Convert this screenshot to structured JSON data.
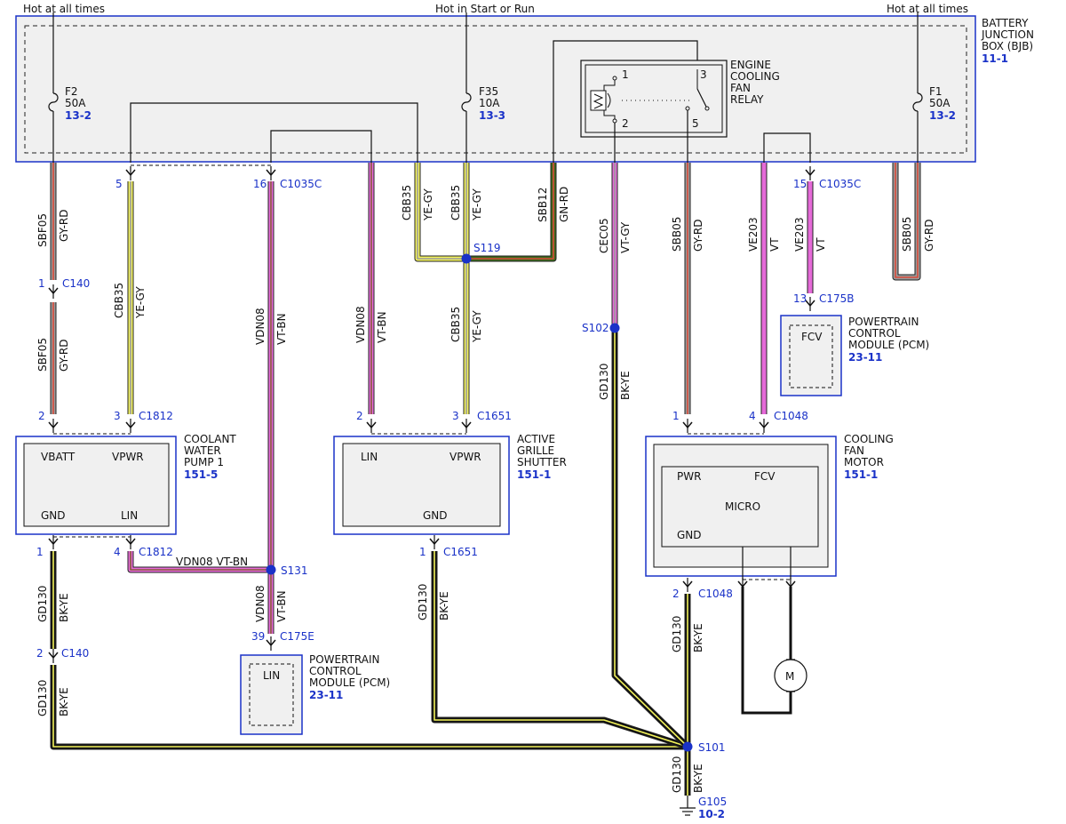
{
  "feed_labels": {
    "left": "Hot at all times",
    "center": "Hot in Start or Run",
    "right": "Hot at all times"
  },
  "bjb": {
    "name_lines": [
      "BATTERY",
      "JUNCTION",
      "BOX (BJB)"
    ],
    "ref": "11-1"
  },
  "fuses": {
    "f2": {
      "name": "F2",
      "rating": "50A",
      "ref": "13-2"
    },
    "f35": {
      "name": "F35",
      "rating": "10A",
      "ref": "13-3"
    },
    "f1": {
      "name": "F1",
      "rating": "50A",
      "ref": "13-2"
    }
  },
  "relay": {
    "name_lines": [
      "ENGINE",
      "COOLING",
      "FAN",
      "RELAY"
    ],
    "pins": [
      "1",
      "2",
      "3",
      "5"
    ]
  },
  "connectors": {
    "c1035c_a": {
      "pin": "5"
    },
    "c1035c_b": {
      "pin": "16",
      "id": "C1035C"
    },
    "c1035c_c": {
      "pin": "15",
      "id": "C1035C"
    },
    "c140_a": {
      "pin": "1",
      "id": "C140"
    },
    "c140_b": {
      "pin": "2",
      "id": "C140"
    },
    "c1812_a": {
      "pin": "2"
    },
    "c1812_b": {
      "pin": "3",
      "id": "C1812"
    },
    "c1812_c": {
      "pin": "1"
    },
    "c1812_d": {
      "pin": "4",
      "id": "C1812"
    },
    "c1651_a": {
      "pin": "2"
    },
    "c1651_b": {
      "pin": "3",
      "id": "C1651"
    },
    "c1651_c": {
      "pin": "1",
      "id": "C1651"
    },
    "c1048_a": {
      "pin": "1"
    },
    "c1048_b": {
      "pin": "4",
      "id": "C1048"
    },
    "c1048_c": {
      "pin": "2",
      "id": "C1048"
    },
    "c175b": {
      "pin": "13",
      "id": "C175B"
    },
    "c175e": {
      "pin": "39",
      "id": "C175E"
    }
  },
  "wires": {
    "sbf05_top": {
      "circuit": "SBF05",
      "color": "GY-RD"
    },
    "sbf05_bot": {
      "circuit": "SBF05",
      "color": "GY-RD"
    },
    "cbb35_left": {
      "circuit": "CBB35",
      "color": "YE-GY"
    },
    "vdn08_a": {
      "circuit": "VDN08",
      "color": "VT-BN"
    },
    "vdn08_b": {
      "circuit": "VDN08",
      "color": "VT-BN"
    },
    "cbb35_a": {
      "circuit": "CBB35",
      "color": "YE-GY"
    },
    "cbb35_b": {
      "circuit": "CBB35",
      "color": "YE-GY"
    },
    "cbb35_c": {
      "circuit": "CBB35",
      "color": "YE-GY"
    },
    "sbb12": {
      "circuit": "SBB12",
      "color": "GN-RD"
    },
    "cec05": {
      "circuit": "CEC05",
      "color": "VT-GY"
    },
    "gd130_mid": {
      "circuit": "GD130",
      "color": "BK-YE"
    },
    "sbb05_a": {
      "circuit": "SBB05",
      "color": "GY-RD"
    },
    "ve203_a": {
      "circuit": "VE203",
      "color": "VT"
    },
    "ve203_b": {
      "circuit": "VE203",
      "color": "VT"
    },
    "sbb05_b": {
      "circuit": "SBB05",
      "color": "GY-RD"
    },
    "vdn08_h": {
      "label": "VDN08 VT-BN"
    },
    "vdn08_c": {
      "circuit": "VDN08",
      "color": "VT-BN"
    },
    "gd130_l1": {
      "circuit": "GD130",
      "color": "BK-YE"
    },
    "gd130_l2": {
      "circuit": "GD130",
      "color": "BK-YE"
    },
    "gd130_c": {
      "circuit": "GD130",
      "color": "BK-YE"
    },
    "gd130_r": {
      "circuit": "GD130",
      "color": "BK-YE"
    },
    "gd130_g": {
      "circuit": "GD130",
      "color": "BK-YE"
    }
  },
  "splices": {
    "s119": "S119",
    "s102": "S102",
    "s131": "S131",
    "s101": "S101"
  },
  "ground": {
    "id": "G105",
    "ref": "10-2"
  },
  "components": {
    "pump": {
      "name_lines": [
        "COOLANT",
        "WATER",
        "PUMP 1"
      ],
      "ref": "151-5",
      "pins": {
        "vbatt": "VBATT",
        "vpwr": "VPWR",
        "gnd": "GND",
        "lin": "LIN"
      }
    },
    "shutter": {
      "name_lines": [
        "ACTIVE",
        "GRILLE",
        "SHUTTER"
      ],
      "ref": "151-1",
      "pins": {
        "lin": "LIN",
        "vpwr": "VPWR",
        "gnd": "GND"
      }
    },
    "fan": {
      "name_lines": [
        "COOLING",
        "FAN",
        "MOTOR"
      ],
      "ref": "151-1",
      "pins": {
        "pwr": "PWR",
        "fcv": "FCV",
        "gnd": "GND",
        "micro": "MICRO"
      },
      "motor": "M"
    },
    "pcm_top": {
      "name_lines": [
        "POWERTRAIN",
        "CONTROL",
        "MODULE (PCM)"
      ],
      "ref": "23-11",
      "pin": "FCV"
    },
    "pcm_bot": {
      "name_lines": [
        "POWERTRAIN",
        "CONTROL",
        "MODULE (PCM)"
      ],
      "ref": "23-11",
      "pin": "LIN"
    }
  },
  "colors": {
    "gray": "#9a9a9a",
    "red": "#d94a3a",
    "yellow": "#f2f25a",
    "violet": "#e56ad8",
    "black": "#111111",
    "green": "#3f6b1c",
    "blue": "#1a32c8",
    "fill": "#f0f0f0"
  }
}
